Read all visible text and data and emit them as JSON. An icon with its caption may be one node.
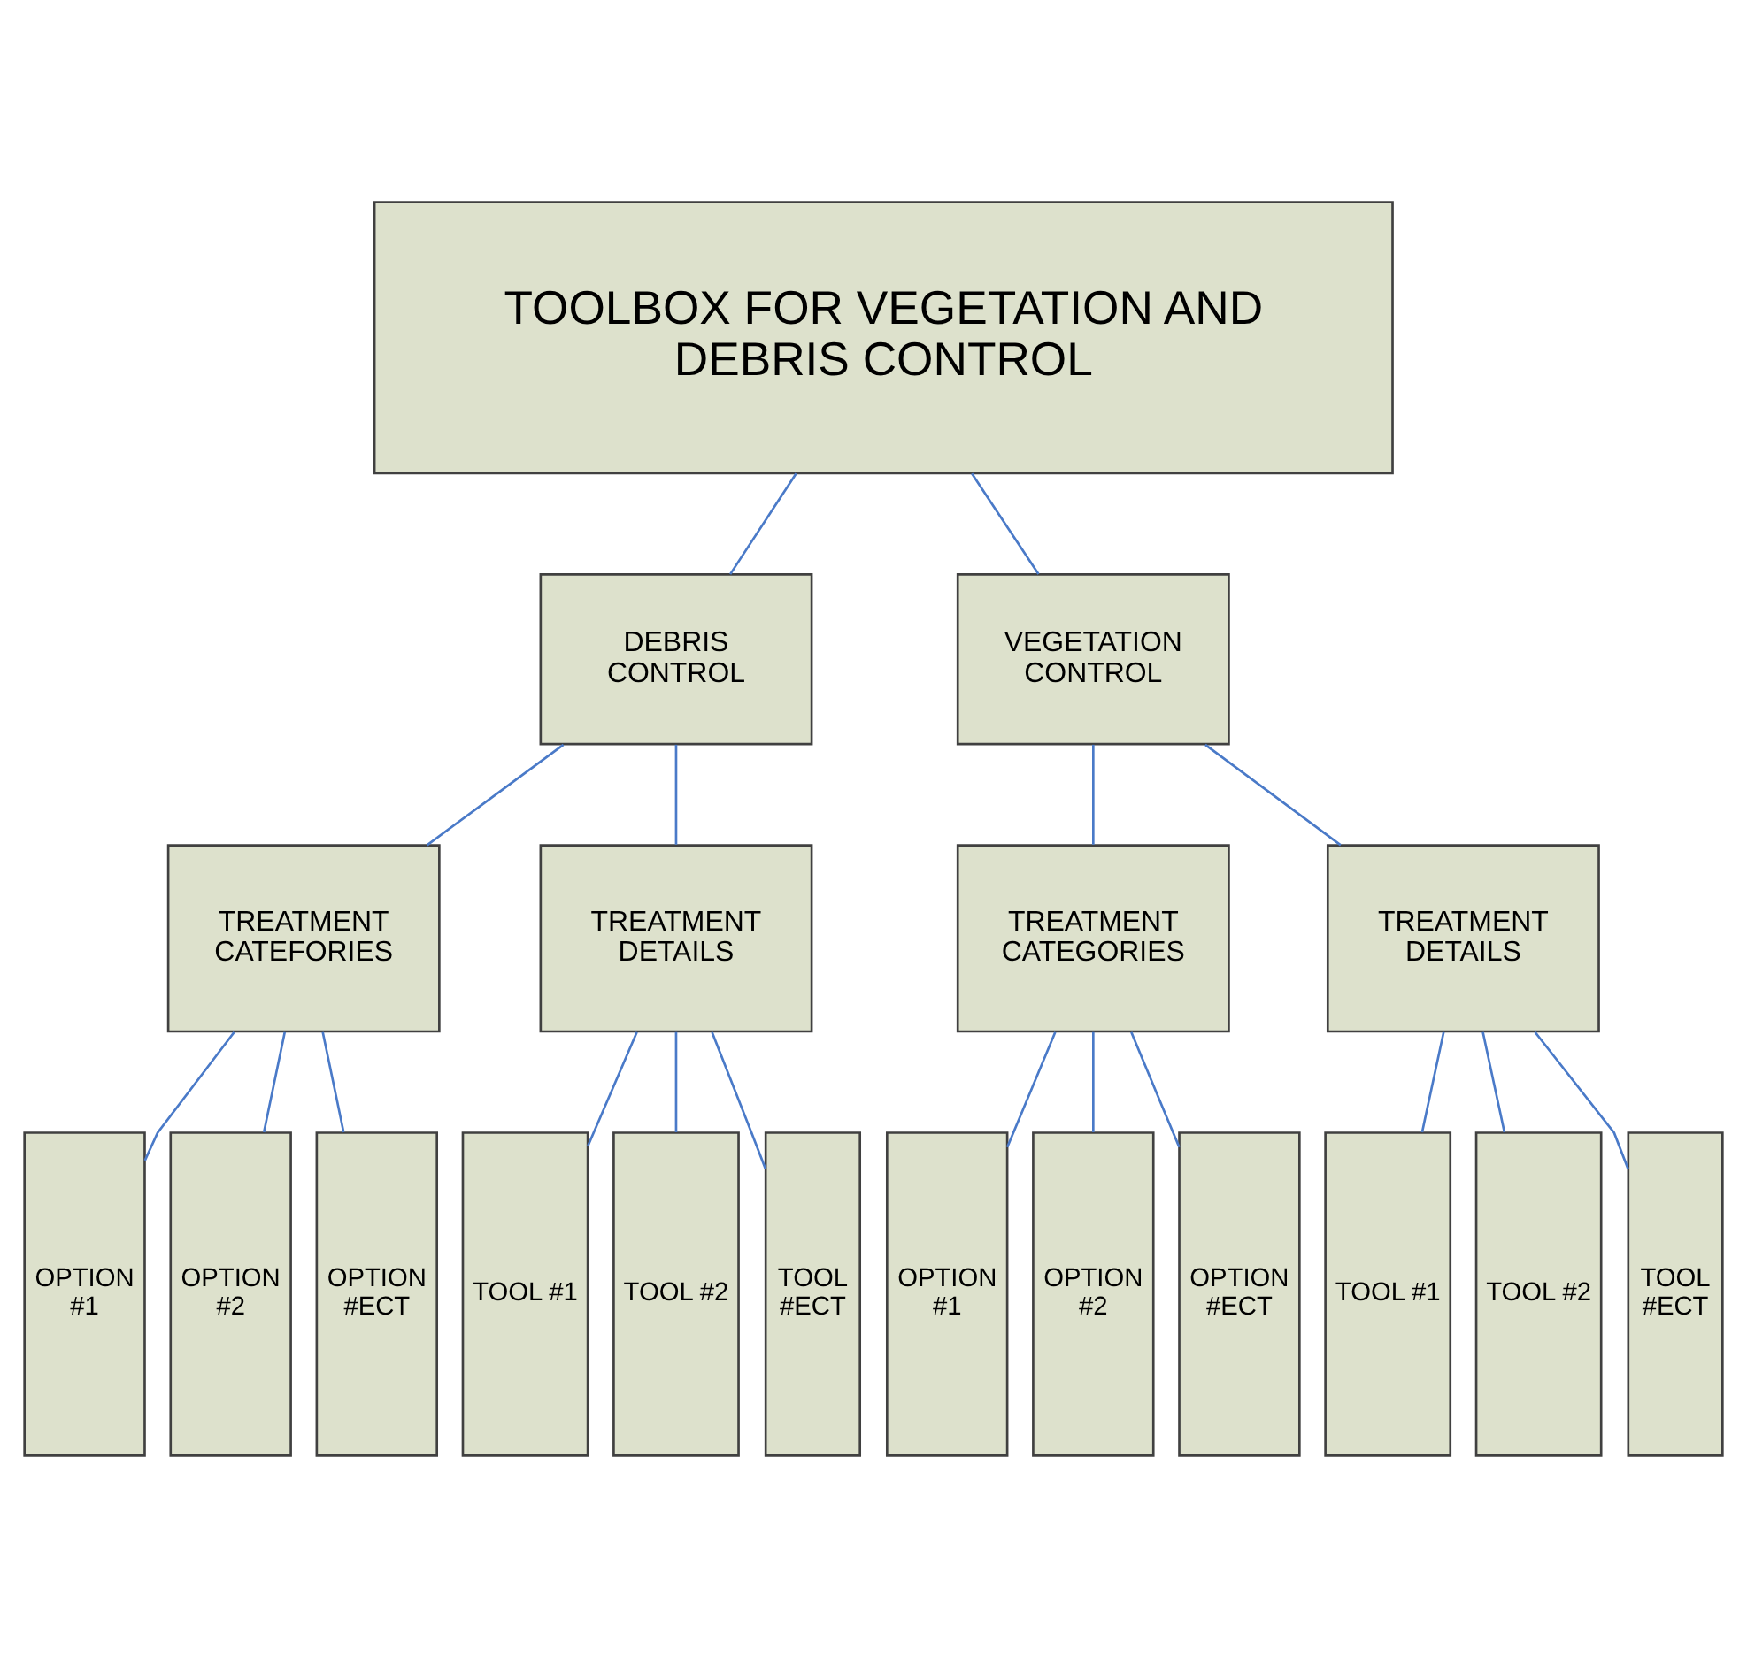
{
  "diagram": {
    "nodes": [
      {
        "text": [
          "TOOLBOX FOR VEGETATION AND DEBRIS CONTROL"
        ]
      },
      {
        "text": [
          "DEBRIS CONTROL"
        ]
      },
      {
        "text": [
          "VEGETATION CONTROL"
        ]
      },
      {
        "text": [
          "TREATMENT CATEFORIES"
        ]
      },
      {
        "text": [
          "TREATMENT DETAILS"
        ]
      },
      {
        "text": [
          "TREATMENT CATEGORIES"
        ]
      },
      {
        "text": [
          "TREATMENT DETAILS"
        ]
      },
      {
        "text": [
          "OPTION #1"
        ]
      },
      {
        "text": [
          "OPTION #2"
        ]
      },
      {
        "text": [
          "OPTION #ECT"
        ]
      },
      {
        "text": [
          "TOOL #1"
        ]
      },
      {
        "text": [
          "TOOL #2"
        ]
      },
      {
        "text": [
          "TOOL #ECT"
        ]
      },
      {
        "text": [
          "OPTION #1"
        ]
      },
      {
        "text": [
          "OPTION #2"
        ]
      },
      {
        "text": [
          "OPTION #ECT"
        ]
      },
      {
        "text": [
          "TOOL #1"
        ]
      },
      {
        "text": [
          "TOOL #2"
        ]
      },
      {
        "text": [
          "TOOL #ECT"
        ]
      }
    ],
    "edges": [
      {
        "from": 0,
        "to": 1,
        "arrow": "none"
      },
      {
        "from": 0,
        "to": 2,
        "arrow": "none"
      },
      {
        "from": 1,
        "to": 3,
        "arrow": "none"
      },
      {
        "from": 1,
        "to": 4,
        "arrow": "none"
      },
      {
        "from": 2,
        "to": 5,
        "arrow": "none"
      },
      {
        "from": 2,
        "to": 6,
        "arrow": "none"
      },
      {
        "from": 3,
        "to": 7,
        "arrow": "none"
      },
      {
        "from": 3,
        "to": 8,
        "arrow": "none"
      },
      {
        "from": 3,
        "to": 9,
        "arrow": "none"
      },
      {
        "from": 4,
        "to": 10,
        "arrow": "none"
      },
      {
        "from": 4,
        "to": 11,
        "arrow": "none"
      },
      {
        "from": 4,
        "to": 12,
        "arrow": "none"
      },
      {
        "from": 5,
        "to": 13,
        "arrow": "none"
      },
      {
        "from": 5,
        "to": 14,
        "arrow": "none"
      },
      {
        "from": 5,
        "to": 15,
        "arrow": "none"
      },
      {
        "from": 6,
        "to": 16,
        "arrow": "none"
      },
      {
        "from": 6,
        "to": 17,
        "arrow": "none"
      },
      {
        "from": 6,
        "to": 18,
        "arrow": "none"
      }
    ]
  }
}
